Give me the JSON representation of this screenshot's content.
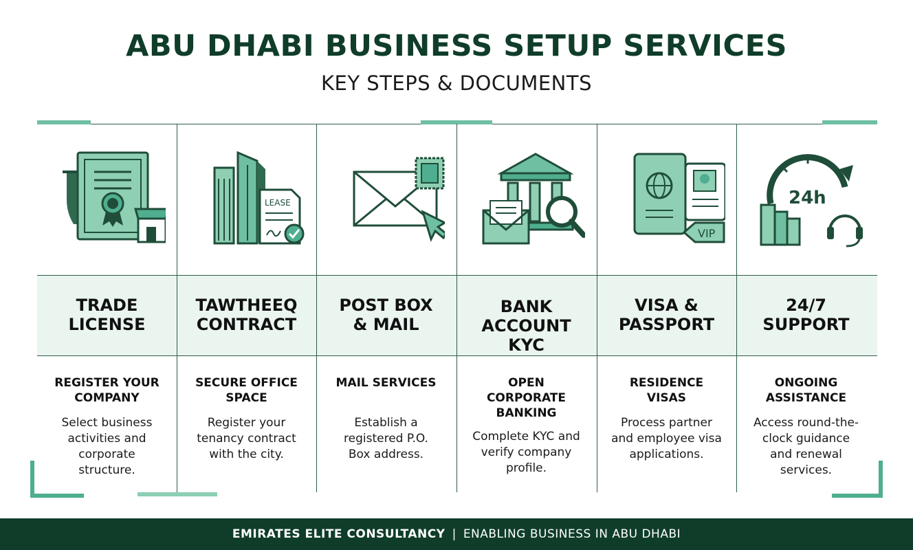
{
  "header": {
    "title": "ABU DHABI BUSINESS SETUP SERVICES",
    "subtitle": "KEY STEPS & DOCUMENTS"
  },
  "columns": [
    {
      "icon": "certificate-shop-icon",
      "title_lines": [
        "TRADE",
        "LICENSE"
      ],
      "subtitle_lines": [
        "REGISTER YOUR",
        "COMPANY"
      ],
      "description_lines": [
        "Select business",
        "activities and",
        "corporate",
        "structure."
      ]
    },
    {
      "icon": "buildings-lease-icon",
      "title_lines": [
        "TAWTHEEQ",
        "CONTRACT"
      ],
      "subtitle_lines": [
        "SECURE OFFICE",
        "SPACE"
      ],
      "description_lines": [
        "Register your",
        "tenancy contract",
        "with the city."
      ],
      "lease_label": "LEASE"
    },
    {
      "icon": "envelope-stamp-icon",
      "title_lines": [
        "POST BOX",
        "& MAIL"
      ],
      "subtitle_lines": [
        "MAIL SERVICES"
      ],
      "description_lines": [
        "Establish a",
        "registered P.O.",
        "Box address."
      ]
    },
    {
      "icon": "bank-magnifier-icon",
      "title_lines": [
        "BANK",
        "ACCOUNT",
        "KYC"
      ],
      "subtitle_lines": [
        "OPEN",
        "CORPORATE",
        "BANKING"
      ],
      "description_lines": [
        "Complete KYC and",
        "verify company",
        "profile."
      ]
    },
    {
      "icon": "passport-id-icon",
      "title_lines": [
        "VISA &",
        "PASSPORT"
      ],
      "subtitle_lines": [
        "RESIDENCE",
        "VISAS"
      ],
      "description_lines": [
        "Process partner",
        "and employee visa",
        "applications."
      ],
      "tag_label": "VIP"
    },
    {
      "icon": "clock-24h-support-icon",
      "title_lines": [
        "24/7",
        "SUPPORT"
      ],
      "subtitle_lines": [
        "ONGOING",
        "ASSISTANCE"
      ],
      "description_lines": [
        "Access round-the-",
        "clock guidance",
        "and renewal",
        "services."
      ],
      "clock_label": "24h"
    }
  ],
  "footer": {
    "brand": "EMIRATES ELITE CONSULTANCY",
    "separator": "|",
    "tagline": "ENABLING BUSINESS IN ABU DHABI"
  },
  "colors": {
    "dark_green": "#0f3d2a",
    "accent_green": "#6fbfa3",
    "light_band": "#eaf5ef",
    "icon_fill": "#7cc2a6"
  }
}
